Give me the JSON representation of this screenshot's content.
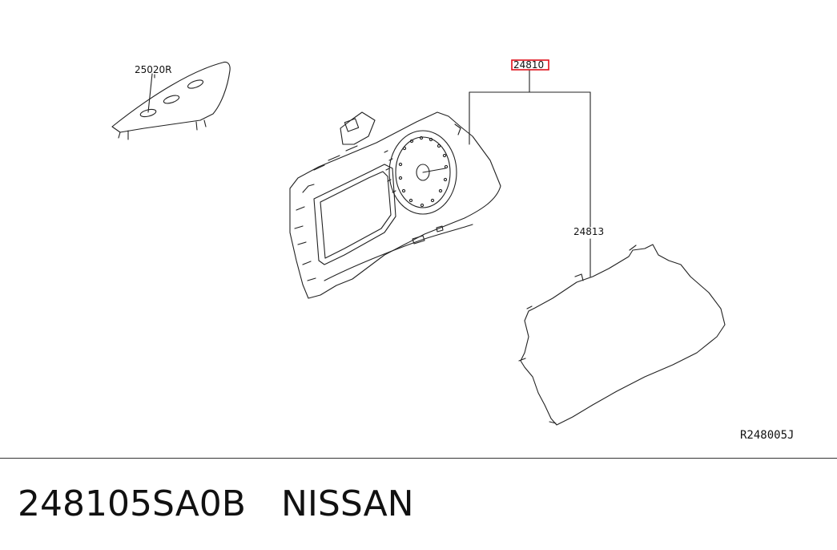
{
  "callouts": {
    "cover": "25020R",
    "meter_assembly": "24810",
    "harness": "24813"
  },
  "diagram_code": "R248005J",
  "caption": {
    "part_number": "248105SA0B",
    "brand": "NISSAN"
  },
  "colors": {
    "highlight_box": "#e0101a",
    "line": "#222222"
  }
}
